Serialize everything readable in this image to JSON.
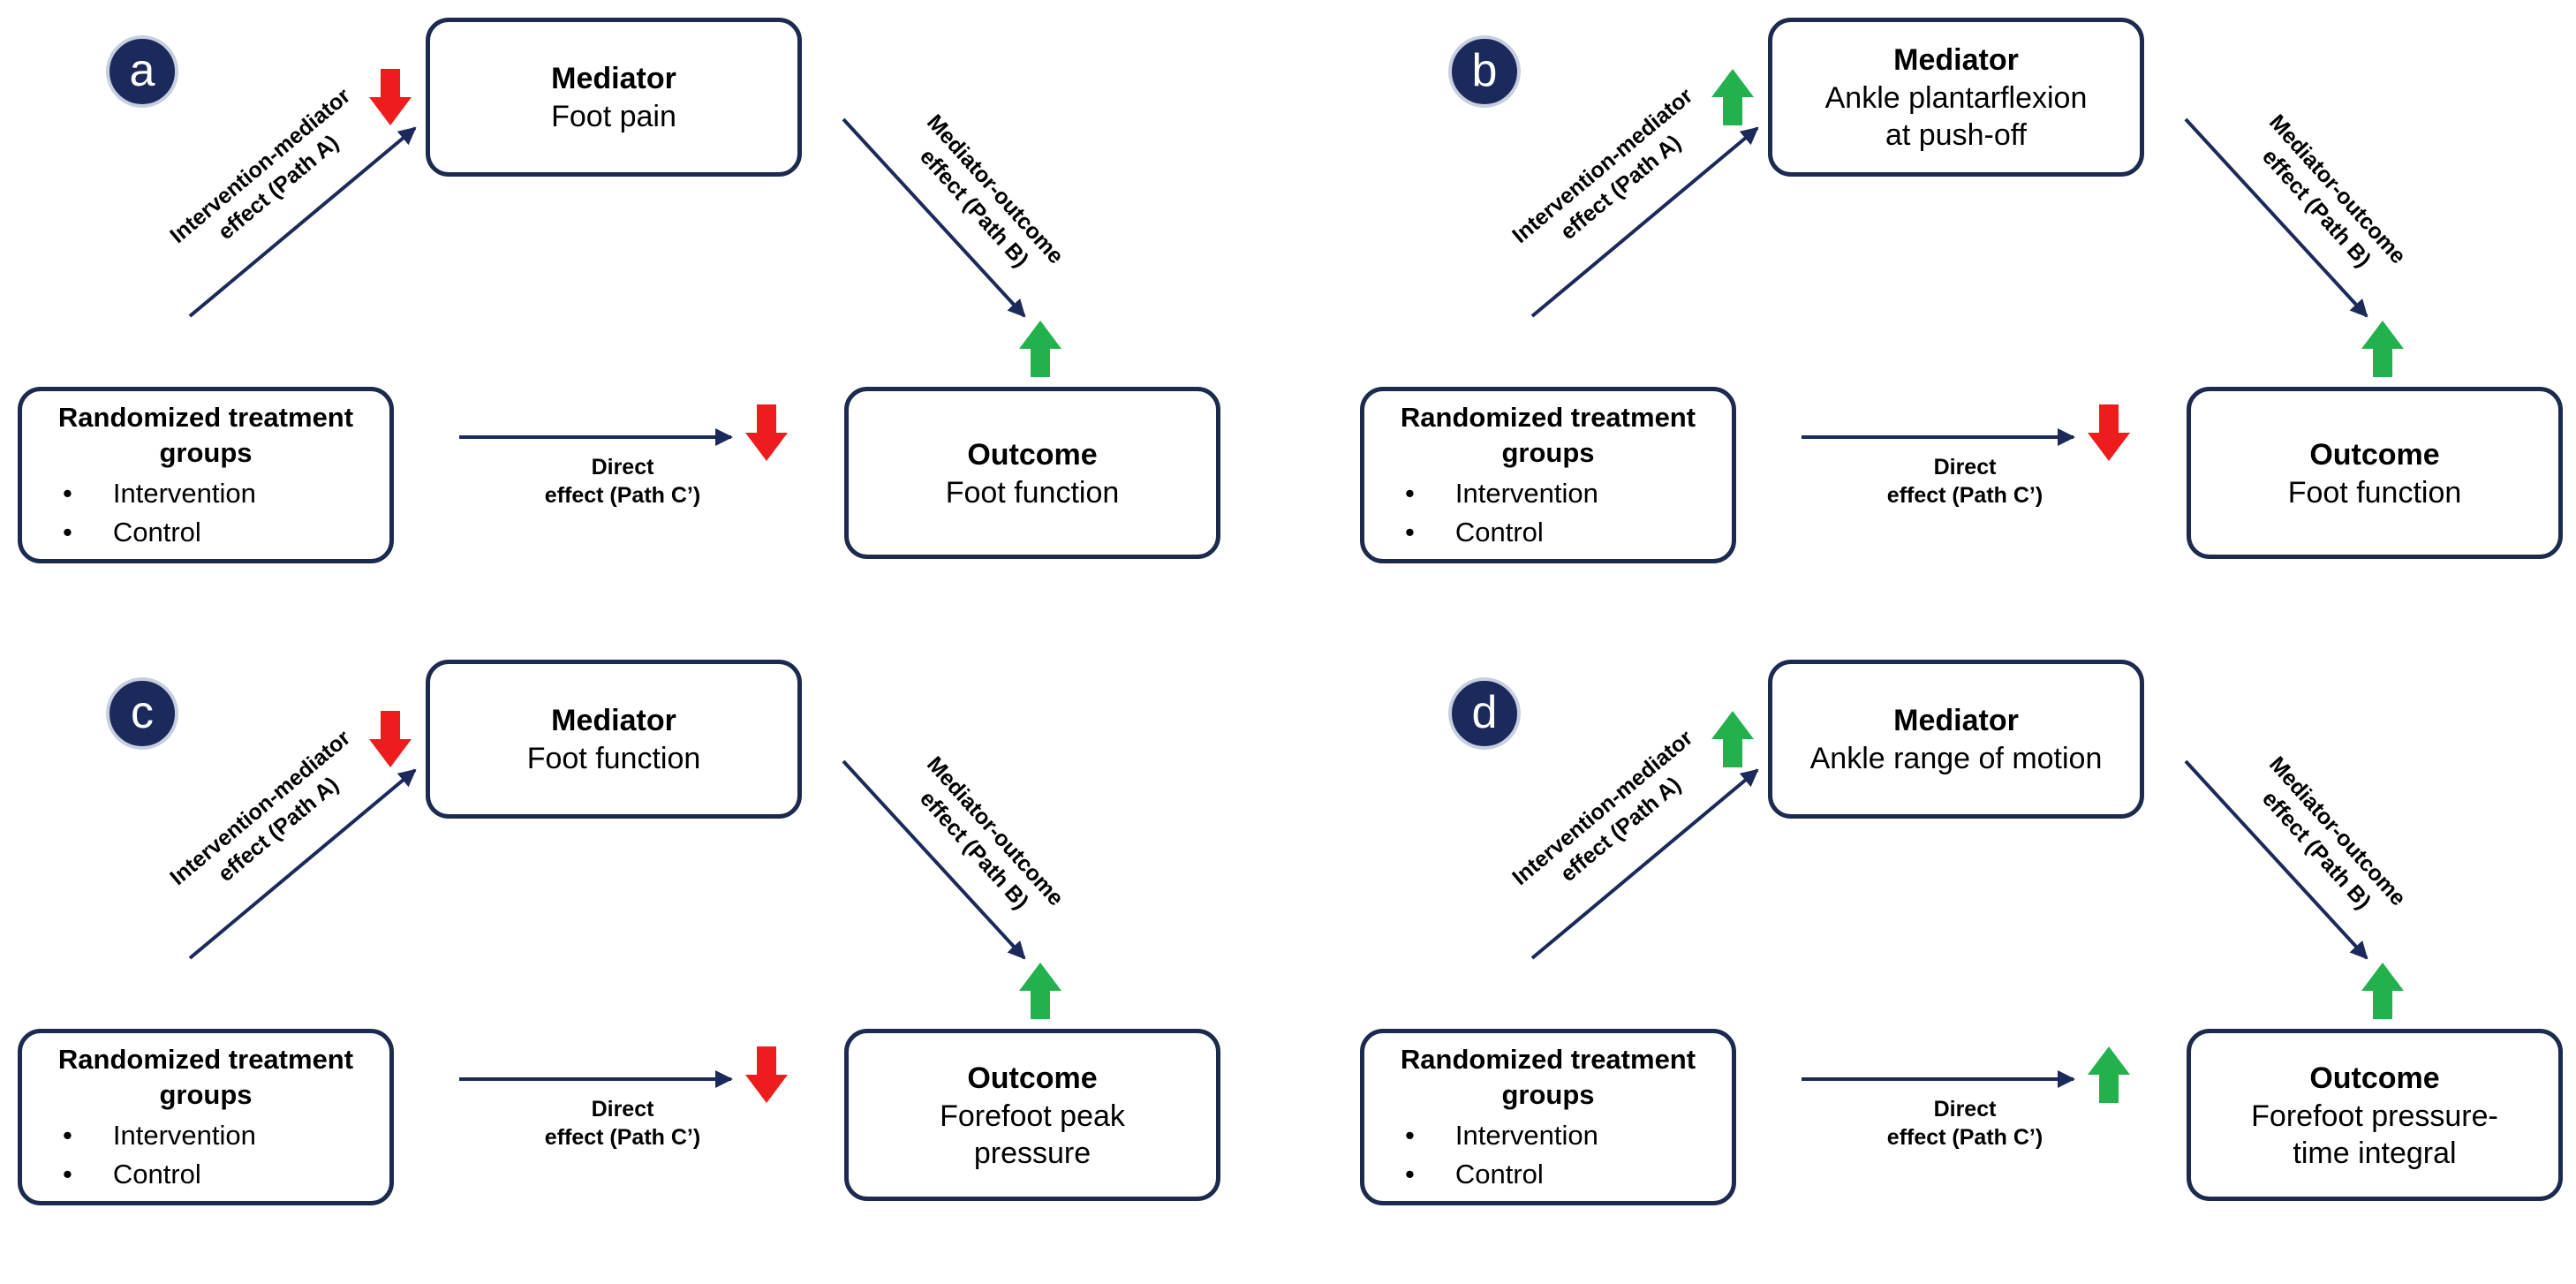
{
  "panels": [
    {
      "id": "a",
      "mediator_title": "Mediator",
      "mediator_lines": [
        "Foot pain"
      ],
      "outcome_title": "Outcome",
      "outcome_lines": [
        "Foot function"
      ],
      "groups_title": [
        "Randomized treatment",
        "groups"
      ],
      "groups_items": [
        "Intervention",
        "Control"
      ],
      "path_a_label": [
        "Intervention-mediator",
        "effect (Path A)"
      ],
      "path_b_label": [
        "Mediator-outcome",
        "effect (Path B)"
      ],
      "path_c_label": [
        "Direct",
        "effect (Path C’)"
      ],
      "path_a_direction": "down",
      "path_b_direction": "up",
      "path_c_direction": "down"
    },
    {
      "id": "b",
      "mediator_title": "Mediator",
      "mediator_lines": [
        "Ankle plantarflexion",
        "at push-off"
      ],
      "outcome_title": "Outcome",
      "outcome_lines": [
        "Foot function"
      ],
      "groups_title": [
        "Randomized treatment",
        "groups"
      ],
      "groups_items": [
        "Intervention",
        "Control"
      ],
      "path_a_label": [
        "Intervention-mediator",
        "effect (Path A)"
      ],
      "path_b_label": [
        "Mediator-outcome",
        "effect (Path B)"
      ],
      "path_c_label": [
        "Direct",
        "effect (Path C’)"
      ],
      "path_a_direction": "up",
      "path_b_direction": "up",
      "path_c_direction": "down"
    },
    {
      "id": "c",
      "mediator_title": "Mediator",
      "mediator_lines": [
        "Foot function"
      ],
      "outcome_title": "Outcome",
      "outcome_lines": [
        "Forefoot peak",
        "pressure"
      ],
      "groups_title": [
        "Randomized treatment",
        "groups"
      ],
      "groups_items": [
        "Intervention",
        "Control"
      ],
      "path_a_label": [
        "Intervention-mediator",
        "effect (Path A)"
      ],
      "path_b_label": [
        "Mediator-outcome",
        "effect (Path B)"
      ],
      "path_c_label": [
        "Direct",
        "effect (Path C’)"
      ],
      "path_a_direction": "down",
      "path_b_direction": "up",
      "path_c_direction": "down"
    },
    {
      "id": "d",
      "mediator_title": "Mediator",
      "mediator_lines": [
        "Ankle range of motion"
      ],
      "outcome_title": "Outcome",
      "outcome_lines": [
        "Forefoot pressure-",
        "time integral"
      ],
      "groups_title": [
        "Randomized treatment",
        "groups"
      ],
      "groups_items": [
        "Intervention",
        "Control"
      ],
      "path_a_label": [
        "Intervention-mediator",
        "effect (Path A)"
      ],
      "path_b_label": [
        "Mediator-outcome",
        "effect (Path B)"
      ],
      "path_c_label": [
        "Direct",
        "effect (Path C’)"
      ],
      "path_a_direction": "up",
      "path_b_direction": "up",
      "path_c_direction": "up"
    }
  ],
  "colors": {
    "box_border": "#1b2a4e",
    "arrow_line": "#1b2a5a",
    "badge_fill": "#1b2a5a",
    "increase": "#22b14c",
    "decrease": "#ee1c1c"
  }
}
